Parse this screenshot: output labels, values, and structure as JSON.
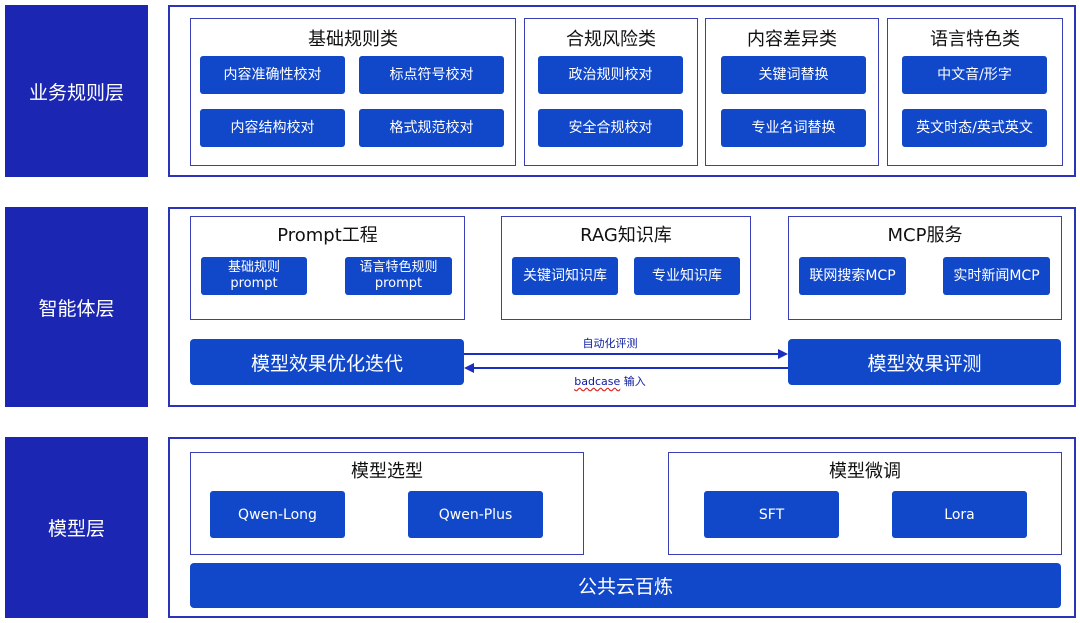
{
  "layers": {
    "business": {
      "label": "业务规则层",
      "groups": [
        {
          "title": "基础规则类",
          "items": [
            "内容准确性校对",
            "标点符号校对",
            "内容结构校对",
            "格式规范校对"
          ]
        },
        {
          "title": "合规风险类",
          "items": [
            "政治规则校对",
            "安全合规校对"
          ]
        },
        {
          "title": "内容差异类",
          "items": [
            "关键词替换",
            "专业名词替换"
          ]
        },
        {
          "title": "语言特色类",
          "items": [
            "中文音/形字",
            "英文时态/英式英文"
          ]
        }
      ]
    },
    "agent": {
      "label": "智能体层",
      "groups": [
        {
          "title": "Prompt工程",
          "items": [
            {
              "line1": "基础规则",
              "line2": "prompt"
            },
            {
              "line1": "语言特色规则",
              "line2": "prompt"
            }
          ]
        },
        {
          "title": "RAG知识库",
          "items": [
            "关键词知识库",
            "专业知识库"
          ]
        },
        {
          "title": "MCP服务",
          "items": [
            "联网搜索MCP",
            "实时新闻MCP"
          ]
        }
      ],
      "left_bar": "模型效果优化迭代",
      "right_bar": "模型效果评测",
      "arrow_top_label": "自动化评测",
      "arrow_bottom_label_a": "badcase",
      "arrow_bottom_label_b": " 输入"
    },
    "model": {
      "label": "模型层",
      "groups": [
        {
          "title": "模型选型",
          "items": [
            "Qwen-Long",
            "Qwen-Plus"
          ]
        },
        {
          "title": "模型微调",
          "items": [
            "SFT",
            "Lora"
          ]
        }
      ],
      "base_bar": "公共云百炼"
    }
  },
  "colors": {
    "label_bg": "#1b27b3",
    "chip_bg": "#1148c9",
    "frame_border": "#2b33b8",
    "arrow": "#1a2fbf"
  }
}
